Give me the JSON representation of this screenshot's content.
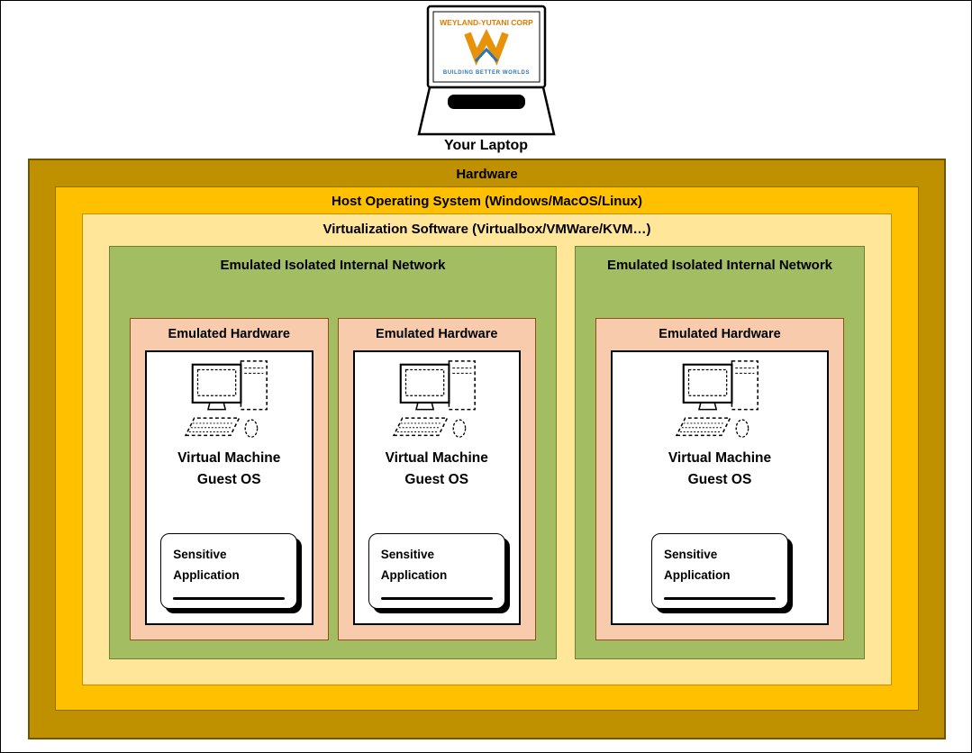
{
  "laptop": {
    "label": "Your Laptop",
    "logo_company": "WEYLAND-YUTANI CORP",
    "logo_tagline": "BUILDING BETTER WORLDS"
  },
  "diagram": {
    "hardware_label": "Hardware",
    "host_os_label": "Host Operating System (Windows/MacOS/Linux)",
    "virtualization_label": "Virtualization Software (Virtualbox/VMWare/KVM…)",
    "networks": [
      {
        "label": "Emulated Isolated Internal Network",
        "vms": [
          {
            "hardware_label": "Emulated Hardware",
            "guest_line1": "Virtual Machine",
            "guest_line2": "Guest OS",
            "app_line1": "Sensitive",
            "app_line2": "Application"
          },
          {
            "hardware_label": "Emulated Hardware",
            "guest_line1": "Virtual Machine",
            "guest_line2": "Guest OS",
            "app_line1": "Sensitive",
            "app_line2": "Application"
          }
        ]
      },
      {
        "label": "Emulated Isolated Internal Network",
        "vms": [
          {
            "hardware_label": "Emulated Hardware",
            "guest_line1": "Virtual Machine",
            "guest_line2": "Guest OS",
            "app_line1": "Sensitive",
            "app_line2": "Application"
          }
        ]
      }
    ]
  },
  "colors": {
    "hardware_fill": "#BF9000",
    "host_os_fill": "#FFC000",
    "virtualization_fill": "#FFE699",
    "network_fill": "#A3BD63",
    "emulated_hardware_fill": "#F8CBAD",
    "logo_orange": "#E07B00",
    "logo_blue": "#2E75B6"
  }
}
